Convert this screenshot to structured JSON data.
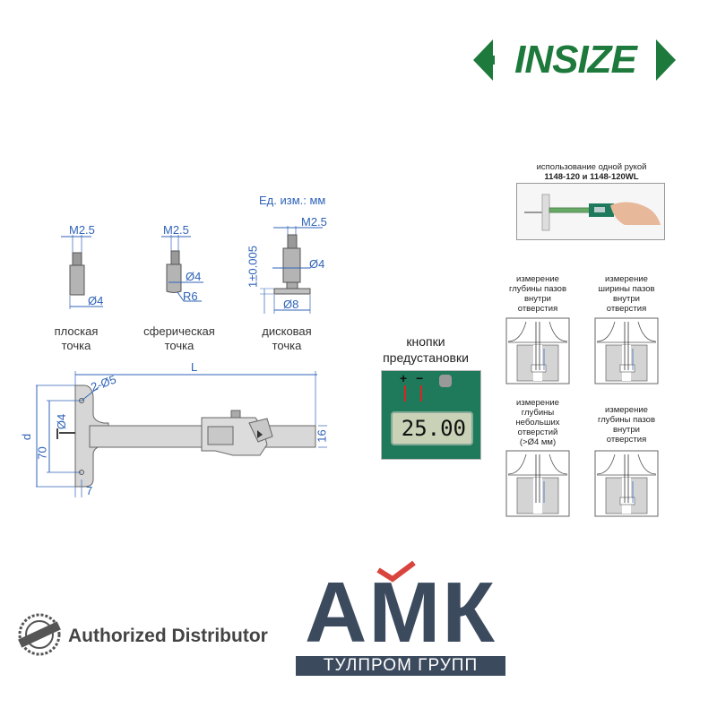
{
  "brand": {
    "logo_text": "INSIZE",
    "color": "#1e7a3c"
  },
  "units": "Ед. изм.: мм",
  "probes": [
    {
      "thread": "M2.5",
      "dia": "Ø4",
      "label_1": "плоская",
      "label_2": "точка"
    },
    {
      "thread": "M2.5",
      "dia": "Ø4",
      "radius": "R6",
      "label_1": "сферическая",
      "label_2": "точка"
    },
    {
      "thread": "M2.5",
      "dia": "Ø4",
      "disk": "Ø8",
      "height": "1±0.005",
      "label_1": "дисковая",
      "label_2": "точка"
    }
  ],
  "drawing": {
    "L": "L",
    "holes": "2-Ø5",
    "d": "d",
    "span": "70",
    "pin": "Ø4",
    "offset": "7",
    "width": "16"
  },
  "preset": {
    "title_1": "кнопки",
    "title_2": "предустановки",
    "plus": "+",
    "minus": "−",
    "reading": "25.00"
  },
  "one_hand": {
    "caption": "использование одной рукой",
    "models": "1148-120 и 1148-120WL"
  },
  "modes": [
    {
      "l1": "измерение",
      "l2": "глубины пазов",
      "l3": "внутри",
      "l4": "отверстия"
    },
    {
      "l1": "измерение",
      "l2": "ширины пазов",
      "l3": "внутри",
      "l4": "отверстия"
    },
    {
      "l1": "измерение",
      "l2": "глубины",
      "l3": "небольших",
      "l4": "отверстий",
      "l5": "(>Ø4 мм)"
    },
    {
      "l1": "измерение",
      "l2": "глубины пазов",
      "l3": "внутри",
      "l4": "отверстия"
    }
  ],
  "footer": {
    "authorized": "Authorized Distributor",
    "dealer_mark": "АМК",
    "dealer_name": "ТУЛПРОМ ГРУПП",
    "dealer_red": "#d9443e",
    "dealer_blue": "#3c4a5e"
  }
}
